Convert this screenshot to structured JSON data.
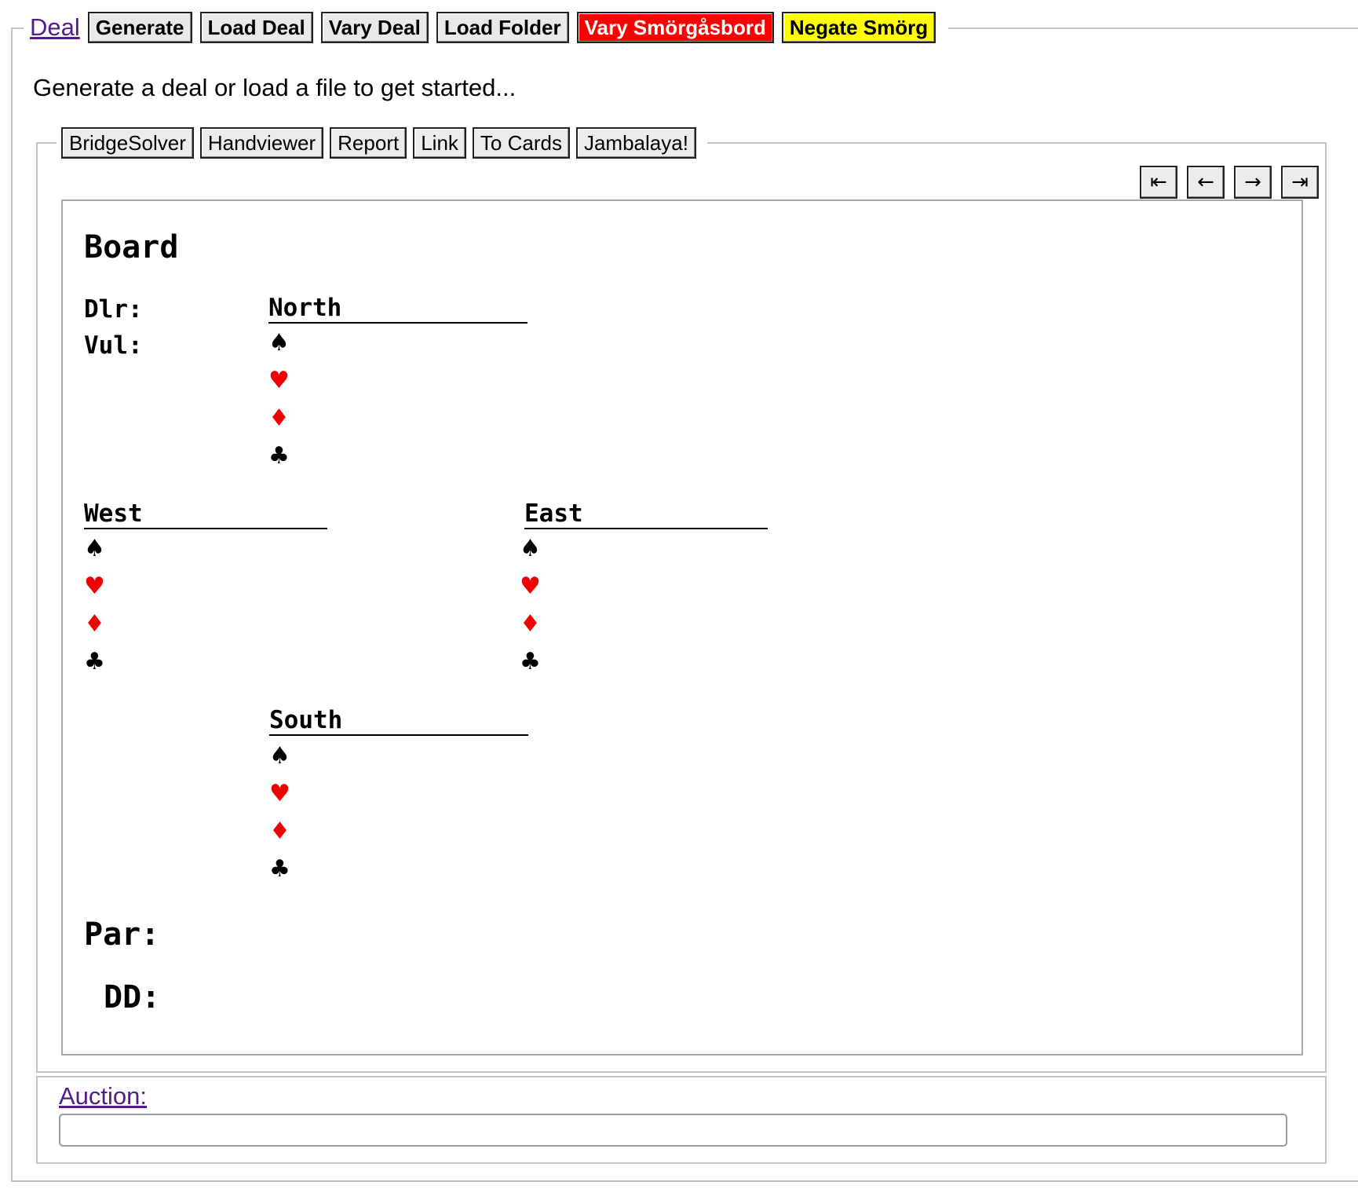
{
  "toolbar": {
    "deal_link": "Deal",
    "generate": "Generate",
    "load_deal": "Load Deal",
    "vary_deal": "Vary Deal",
    "load_folder": "Load Folder",
    "vary_smorgasbord": "Vary Smörgåsbord",
    "negate_smorg": "Negate Smörg"
  },
  "intro_text": "Generate a deal or load a file to get started...",
  "tools": {
    "bridgesolver": "BridgeSolver",
    "handviewer": "Handviewer",
    "report": "Report",
    "link": "Link",
    "to_cards": "To Cards",
    "jambalaya": "Jambalaya!"
  },
  "nav": {
    "first": "⇤",
    "prev": "←",
    "next": "→",
    "last": "⇥"
  },
  "board": {
    "title": "Board",
    "dealer_label": "Dlr:",
    "vul_label": "Vul:",
    "par_label": "Par:",
    "dd_label": "DD:",
    "suits": {
      "spade": "♠",
      "heart": "♥",
      "diamond": "♦",
      "club": "♣"
    },
    "colors": {
      "red_suit": "#f00000",
      "black_suit": "#000000"
    },
    "hands": {
      "north": "North",
      "west": "West",
      "east": "East",
      "south": "South"
    }
  },
  "auction": {
    "label": "Auction:",
    "value": ""
  },
  "colors": {
    "vary_smorgasbord_bg": "#ff0000",
    "negate_smorg_bg": "#ffff00",
    "link": "#551a8b"
  }
}
